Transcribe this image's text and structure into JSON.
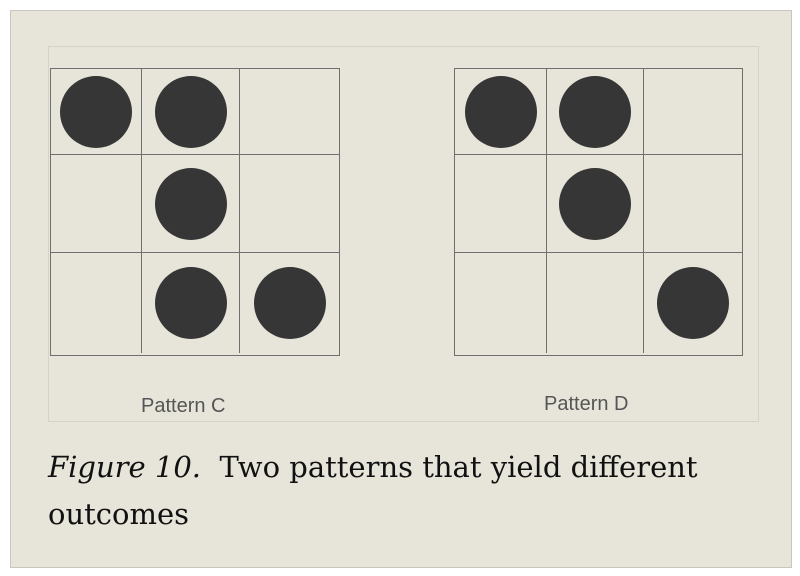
{
  "patterns": [
    {
      "label": "Pattern C",
      "cells": [
        [
          1,
          1,
          0
        ],
        [
          0,
          1,
          0
        ],
        [
          0,
          1,
          1
        ]
      ]
    },
    {
      "label": "Pattern D",
      "cells": [
        [
          1,
          1,
          0
        ],
        [
          0,
          1,
          0
        ],
        [
          0,
          0,
          1
        ]
      ]
    }
  ],
  "caption": {
    "figure_number": "Figure 10.",
    "text": "Two patterns that yield different outcomes"
  },
  "colors": {
    "background": "#e7e5da",
    "dot": "#363636",
    "grid_line": "#6f6f6f"
  }
}
